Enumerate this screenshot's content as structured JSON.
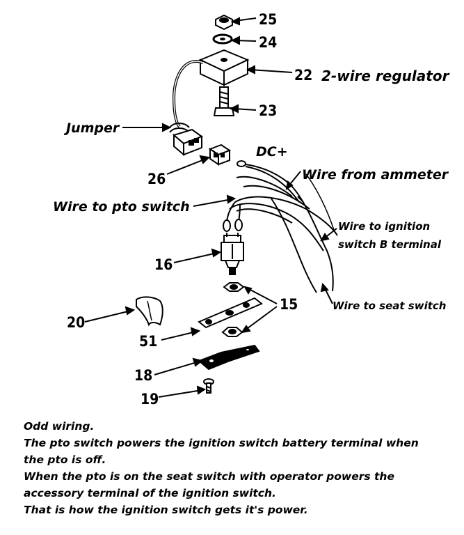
{
  "callouts": {
    "n25": "25",
    "n24": "24",
    "n22": "22",
    "n23": "23",
    "n26": "26",
    "n16": "16",
    "n15": "15",
    "n20": "20",
    "n51": "51",
    "n18": "18",
    "n19": "19"
  },
  "labels": {
    "regulator": "2-wire regulator",
    "jumper": "Jumper",
    "dc_plus": "DC+",
    "wire_ammeter": "Wire from ammeter",
    "wire_pto": "Wire to pto switch",
    "wire_ignition_1": "Wire to ignition",
    "wire_ignition_2": "switch B terminal",
    "wire_seat": "Wire to seat switch"
  },
  "notes": [
    "Odd wiring.",
    "The pto switch powers the ignition switch battery terminal when",
    "the pto is off.",
    "When the pto is on the seat switch with operator powers the",
    "accessory terminal of the ignition switch.",
    "That is how the ignition switch gets it's power."
  ]
}
